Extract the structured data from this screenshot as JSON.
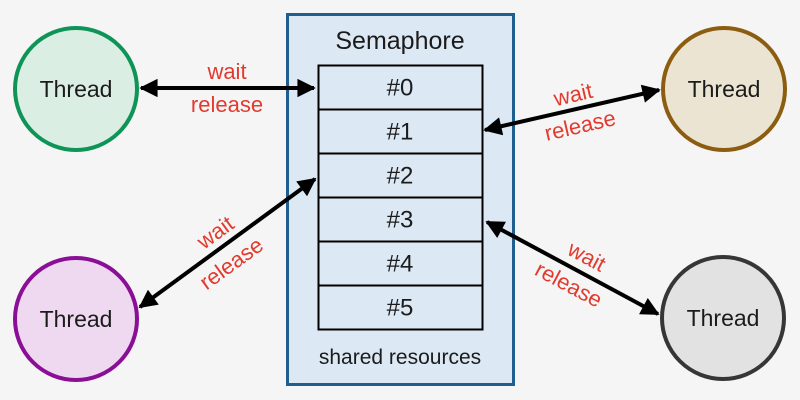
{
  "diagram": {
    "background_color": "#f5f5f5",
    "arrow_color": "#000000",
    "wait_release_label_color": "#e23a2d",
    "semaphore": {
      "title": "Semaphore",
      "caption": "shared resources",
      "border_color": "#1e5f90",
      "fill_color": "#dce9f5",
      "slot_border_color": "#000000",
      "slots": [
        {
          "label": "#0"
        },
        {
          "label": "#1"
        },
        {
          "label": "#2"
        },
        {
          "label": "#3"
        },
        {
          "label": "#4"
        },
        {
          "label": "#5"
        }
      ]
    },
    "threads": [
      {
        "label": "Thread",
        "position": "top-left",
        "border_color": "#0f9457",
        "fill_color": "#dbeee4"
      },
      {
        "label": "Thread",
        "position": "top-right",
        "border_color": "#8c5d10",
        "fill_color": "#ebe4d2"
      },
      {
        "label": "Thread",
        "position": "bottom-left",
        "border_color": "#8a0f96",
        "fill_color": "#eed9f1"
      },
      {
        "label": "Thread",
        "position": "bottom-right",
        "border_color": "#363636",
        "fill_color": "#e2e2e2"
      }
    ],
    "arrows": [
      {
        "connects": "top-left thread and slot #0",
        "wait_label": "wait",
        "release_label": "release"
      },
      {
        "connects": "top-right thread and slot #1",
        "wait_label": "wait",
        "release_label": "release"
      },
      {
        "connects": "bottom-left thread and slot #2",
        "wait_label": "wait",
        "release_label": "release"
      },
      {
        "connects": "bottom-right thread and slot #3",
        "wait_label": "wait",
        "release_label": "release"
      }
    ]
  }
}
